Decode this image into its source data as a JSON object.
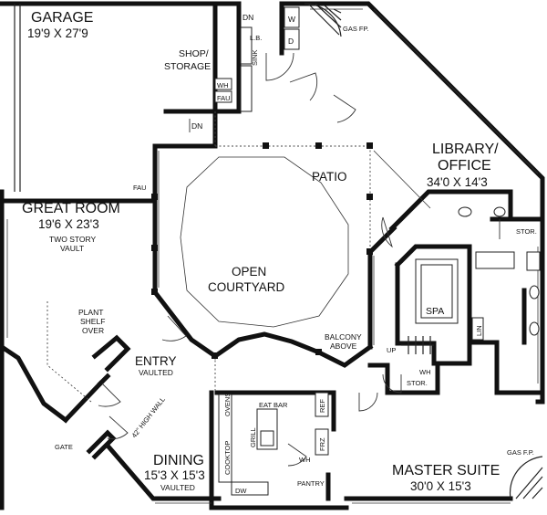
{
  "rooms": {
    "garage": {
      "name": "GARAGE",
      "size": "19'9 X 27'9"
    },
    "shop_storage": {
      "line1": "SHOP/",
      "line2": "STORAGE"
    },
    "library_office": {
      "line1": "LIBRARY/",
      "line2": "OFFICE",
      "size": "34'0 X 14'3"
    },
    "great_room": {
      "name": "GREAT ROOM",
      "size": "19'6 X 23'3",
      "note1": "TWO STORY",
      "note2": "VAULT"
    },
    "patio": {
      "name": "PATIO"
    },
    "open_courtyard": {
      "line1": "OPEN",
      "line2": "COURTYARD"
    },
    "spa": {
      "name": "SPA"
    },
    "entry": {
      "name": "ENTRY",
      "note": "VAULTED"
    },
    "dining": {
      "name": "DINING",
      "size": "15'3 X 15'3",
      "note": "VAULTED"
    },
    "master_suite": {
      "name": "MASTER SUITE",
      "size": "30'0 X 15'3"
    },
    "balcony": {
      "line1": "BALCONY",
      "line2": "ABOVE"
    },
    "plant_shelf": {
      "line1": "PLANT",
      "line2": "SHELF",
      "line3": "OVER"
    }
  },
  "labels": {
    "dn_top": "DN",
    "dn_shop": "DN",
    "w": "W",
    "d": "D",
    "lb": "L.B.",
    "sink": "SINK",
    "gas_fp_top": "GAS FP.",
    "gas_fp_master": "GAS F.P.",
    "wh_garage": "WH",
    "fau_garage": "FAU",
    "fau_great": "FAU",
    "stor_library": "STOR.",
    "lin": "LIN",
    "up": "UP",
    "wh_stor_1": "WH",
    "wh_stor_2": "STOR.",
    "ovens": "OVENS",
    "eat_bar": "EAT BAR",
    "ref": "REF",
    "grill": "GRILL",
    "cooktop": "COOKTOP",
    "wh_kitchen": "WH",
    "frz": "FRZ",
    "pantry": "PANTRY",
    "dw": "DW",
    "high_wall": "42\" HIGH WALL",
    "gate": "GATE"
  }
}
